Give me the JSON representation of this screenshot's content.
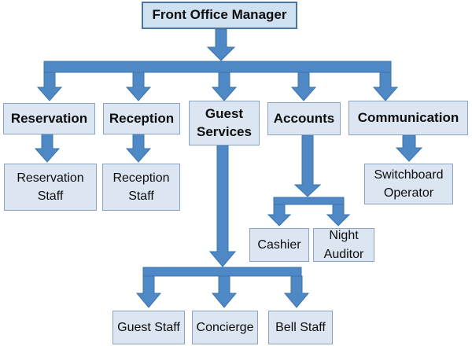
{
  "colors": {
    "arrow_fill": "#4e89c5",
    "arrow_stroke": "#3c74ad",
    "box_fill": "#dce6f2",
    "box_border": "#8aa4c0",
    "root_fill": "#cfe1f1",
    "root_border": "#4d7499",
    "text_color": "#0d0d0d"
  },
  "org_chart": {
    "root": {
      "label": "Front Office Manager"
    },
    "departments": [
      {
        "label": "Reservation"
      },
      {
        "label": "Reception"
      },
      {
        "label": "Guest Services"
      },
      {
        "label": "Accounts"
      },
      {
        "label": "Communication"
      }
    ],
    "staff": {
      "reservation_staff": {
        "label": "Reservation Staff"
      },
      "reception_staff": {
        "label": "Reception Staff"
      },
      "switchboard_operator": {
        "label": "Switchboard Operator"
      },
      "cashier": {
        "label": "Cashier"
      },
      "night_auditor": {
        "label": "Night Auditor"
      },
      "guest_staff": {
        "label": "Guest Staff"
      },
      "concierge": {
        "label": "Concierge"
      },
      "bell_staff": {
        "label": "Bell Staff"
      }
    },
    "edges": [
      [
        "Front Office Manager",
        "Reservation"
      ],
      [
        "Front Office Manager",
        "Reception"
      ],
      [
        "Front Office Manager",
        "Guest Services"
      ],
      [
        "Front Office Manager",
        "Accounts"
      ],
      [
        "Front Office Manager",
        "Communication"
      ],
      [
        "Reservation",
        "Reservation Staff"
      ],
      [
        "Reception",
        "Reception Staff"
      ],
      [
        "Guest Services",
        "Guest Staff"
      ],
      [
        "Guest Services",
        "Concierge"
      ],
      [
        "Guest Services",
        "Bell Staff"
      ],
      [
        "Accounts",
        "Cashier"
      ],
      [
        "Accounts",
        "Night Auditor"
      ],
      [
        "Communication",
        "Switchboard Operator"
      ]
    ]
  }
}
